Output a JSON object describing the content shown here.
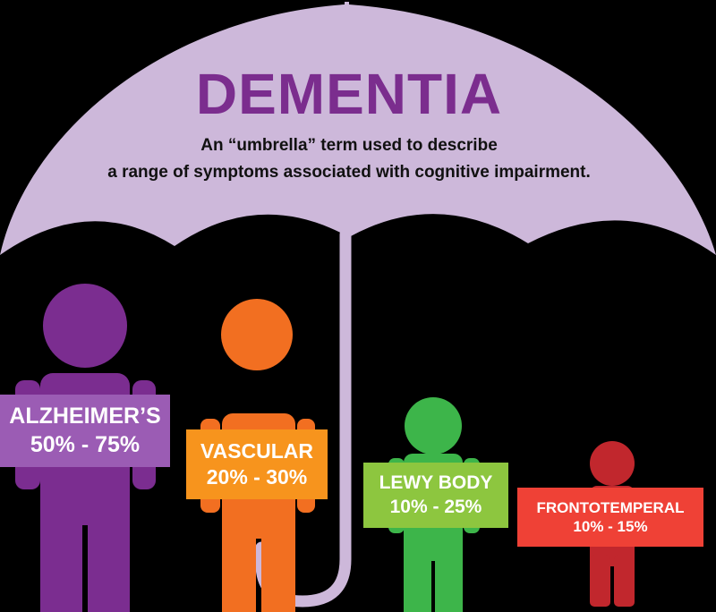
{
  "title": "DEMENTIA",
  "subtitle_lines": [
    "An “umbrella” term used to describe",
    "a range of symptoms associated with cognitive impairment."
  ],
  "types": [
    {
      "name": "ALZHEIMER’S",
      "range": "50% - 75%",
      "sign_color": "#9b5cb4",
      "figure_color": "#7b2d90"
    },
    {
      "name": "VASCULAR",
      "range": "20% - 30%",
      "sign_color": "#f7941d",
      "figure_color": "#f26f21"
    },
    {
      "name": "LEWY BODY",
      "range": "10% - 25%",
      "sign_color": "#8dc63f",
      "figure_color": "#3db54a"
    },
    {
      "name": "FRONTOTEMPERAL",
      "range": "10% - 15%",
      "sign_color": "#ef4136",
      "figure_color": "#c1272d"
    }
  ],
  "umbrella_color": "#cdb8da"
}
